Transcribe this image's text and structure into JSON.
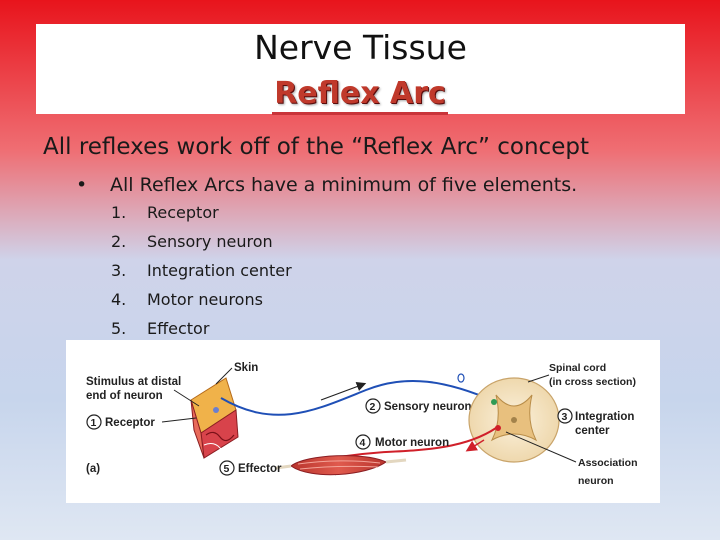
{
  "slide": {
    "title": "Nerve Tissue",
    "subtitle": "Reflex Arc",
    "main_point": "All reflexes work off of the “Reflex Arc” concept",
    "sub_bullet": "All Reflex Arcs have a minimum of five elements.",
    "elements": [
      {
        "num": "1.",
        "text": "Receptor"
      },
      {
        "num": "2.",
        "text": "Sensory neuron"
      },
      {
        "num": "3.",
        "text": "Integration center"
      },
      {
        "num": "4.",
        "text": "Motor neurons"
      },
      {
        "num": "5.",
        "text": "Effector"
      }
    ]
  },
  "figure": {
    "stimulus": [
      "Stimulus at distal",
      "end of neuron"
    ],
    "skin": "Skin",
    "receptor": {
      "num": "1",
      "label": "Receptor"
    },
    "sensory": {
      "num": "2",
      "label": "Sensory neuron"
    },
    "integration": {
      "num": "3",
      "label": [
        "Integration",
        "center"
      ]
    },
    "motor": {
      "num": "4",
      "label": "Motor neuron"
    },
    "effector": {
      "num": "5",
      "label": "Effector"
    },
    "spinal_cord": [
      "Spinal cord",
      "(in cross section)"
    ],
    "association": [
      "Association",
      "neuron"
    ],
    "panel": "(a)"
  }
}
